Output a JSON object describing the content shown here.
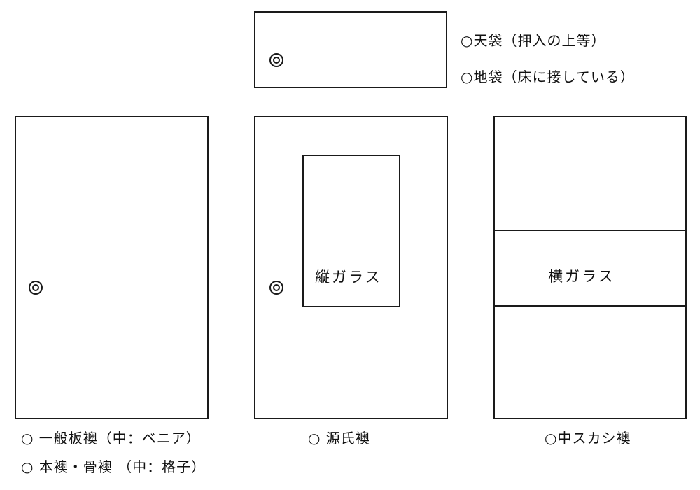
{
  "legend_top": {
    "line1": "○天袋（押入の上等）",
    "line2": "○地袋（床に接している）"
  },
  "door_genji": {
    "glass_label": "縦ガラス"
  },
  "door_nakasukashi": {
    "glass_label": "横ガラス"
  },
  "captions": {
    "general_line1": "○ 一般板襖（中：ベニア）",
    "general_line2": "○ 本襖・骨襖 （中：格子）",
    "genji": "○ 源氏襖",
    "nakasukashi": "○中スカシ襖"
  }
}
